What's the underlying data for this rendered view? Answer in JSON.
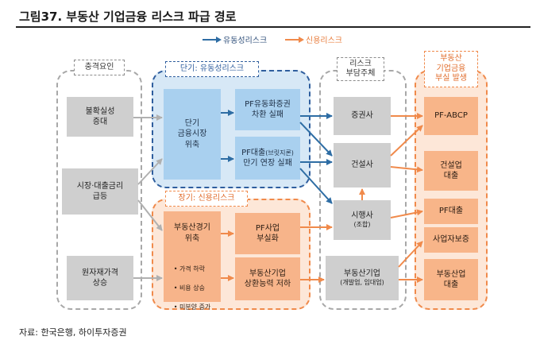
{
  "title": "그림37.   부동산 기업금융 리스크 파급 경로",
  "legend": {
    "liquidity": "유동성리스크",
    "credit": "신용리스크"
  },
  "headers": {
    "shock": "충격요인",
    "short_term": "단기: 유동성리스크",
    "long_term": "장기: 신용리스크",
    "risk_bearer": "리스크\n부담주체",
    "outcome": "부동산\n기업금융\n부실 발생"
  },
  "shocks": [
    "불확실성\n증대",
    "시장·대출금리\n급등",
    "원자재가격\n상승"
  ],
  "short_term": {
    "cause": "단기\n금융시장\n위축",
    "pf_refi": "PF유동화증권\n차환 실패",
    "pf_loan_line1": "PF대출",
    "pf_loan_small": "(브릿지론)",
    "pf_loan_line2": "만기 연장 실패"
  },
  "long_term": {
    "cause": "부동산경기\n위축",
    "bullets": [
      "• 가격 하락",
      "• 비용 상승",
      "• 미분양 증가"
    ],
    "pf_project": "PF사업\n부실화",
    "developer_repay": "부동산기업\n상환능력 저하"
  },
  "bearers": {
    "securities": "증권사",
    "construction": "건설사",
    "trustee": "시행사",
    "trustee_sub": "(조합)",
    "developer": "부동산기업",
    "developer_sub": "(개발업, 임대업)"
  },
  "outcomes": [
    "PF-ABCP",
    "건설업\n대출",
    "PF대출",
    "사업자보증",
    "부동산업\n대출"
  ],
  "source": "자료: 한국은행, 하이투자증권",
  "colors": {
    "liquidity": "#2e6da4",
    "credit": "#f08a4b",
    "neutral": "#b0b0b0"
  }
}
